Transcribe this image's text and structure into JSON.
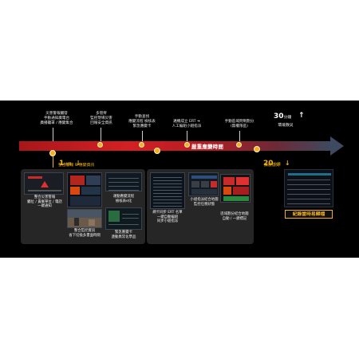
{
  "timeline": {
    "label": "嚴重應變時間",
    "colors": {
      "start": "#a8171a",
      "mid": "#d42023",
      "end": "#3d4a5f",
      "milestone": "#f5b01e",
      "accent": "#f2b01a"
    }
  },
  "top_notes": [
    "災害警報觸發\n手動通知廣電台\n廣播籠罩 / 應變集合",
    "多管齊\n監控現場災害\n回報安全資訊",
    "手動查找\n應變流程 檢核表\n緊急應變卡",
    "邁機成立 ERT ➔\n人工編組小組指派",
    "手動區域問制劃分\n(無權限區)"
  ],
  "milestones": {
    "one_min": {
      "value": "1",
      "unit": "分鐘",
      "desc": "整合警報 & 應變資訊"
    },
    "twenty_min": {
      "value": "20",
      "unit": "分鐘",
      "desc": "擴展疫災"
    },
    "thirty_min": {
      "value": "30",
      "unit": "分鐘",
      "desc": "環境救災"
    }
  },
  "panel_left": {
    "captions": [
      "整合災害警報\n觸位 / 貴賓單位 / 電話\n一鍵通知",
      "運動應變流程\n檢核表e化",
      "整合監控資訊\n省下切換多畫面時間",
      "緊急應變卡\n連動異常化學品"
    ]
  },
  "panel_right": {
    "captions": [
      "網卡同步 ERT 名單\n一鍵自動編組\n同步小組指派",
      "小組指派結合地圖\n監控任務狀態",
      "區域劃分結合地圖\n自動 / 一鍵標記"
    ]
  },
  "record_button": "紀錄當時易歸檔"
}
